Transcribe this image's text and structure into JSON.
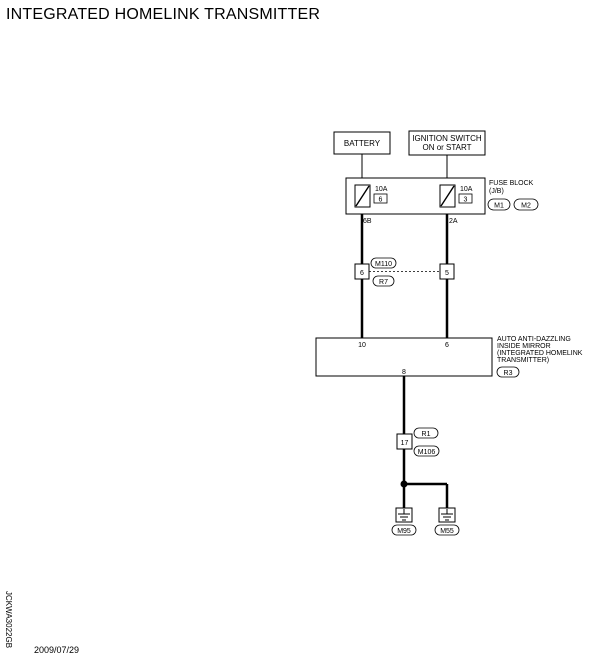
{
  "title": "INTEGRATED HOMELINK TRANSMITTER",
  "date": "2009/07/29",
  "diagram_code": "JCKWA3022GB",
  "sources": {
    "battery": "BATTERY",
    "ignition_line1": "IGNITION SWITCH",
    "ignition_line2": "ON or START"
  },
  "fuse_block": {
    "label_line1": "FUSE BLOCK",
    "label_line2": "(J/B)",
    "connectors": [
      "M1",
      "M2"
    ],
    "fuse_left": {
      "amps": "10A",
      "number": "6",
      "terminal": "6B"
    },
    "fuse_right": {
      "amps": "10A",
      "number": "3",
      "terminal": "2A"
    }
  },
  "joint_connector": {
    "left_pin": "6",
    "right_pin": "5",
    "connector_top": "M110",
    "connector_bottom": "R7"
  },
  "mirror": {
    "label_line1": "AUTO ANTI-DAZZLING",
    "label_line2": "INSIDE MIRROR",
    "label_line3": "(INTEGRATED HOMELINK",
    "label_line4": "TRANSMITTER)",
    "connector": "R3",
    "pin_left": "10",
    "pin_right": "6",
    "pin_bottom": "8"
  },
  "lower_joint": {
    "pin": "17",
    "connector_top": "R1",
    "connector_bottom": "M106"
  },
  "grounds": [
    "M95",
    "M55"
  ]
}
